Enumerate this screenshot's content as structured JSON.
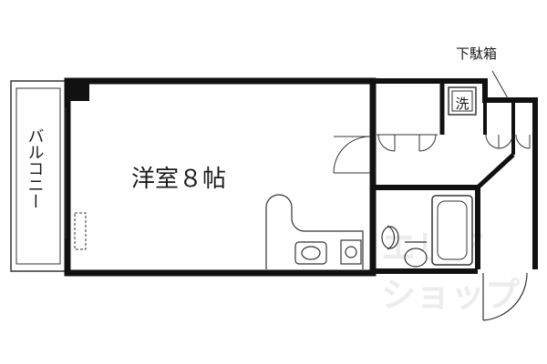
{
  "rooms": {
    "main_room": "洋室８帖",
    "balcony": "バルコニー",
    "laundry": "洗",
    "shoe_box": "下駄箱"
  },
  "watermark": "エリアショップ"
}
